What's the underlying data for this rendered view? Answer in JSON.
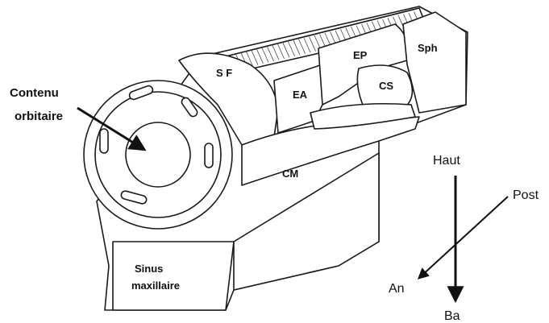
{
  "labels": {
    "sf": "S F",
    "ep": "EP",
    "sph": "Sph",
    "ea": "EA",
    "cs": "CS",
    "cm": "CM",
    "contenu": "Contenu",
    "orbitaire": "orbitaire",
    "sinus": "Sinus",
    "maxillaire": "maxillaire"
  },
  "orientation": {
    "haut": "Haut",
    "bas": "Ba",
    "post": "Post",
    "ant": "An"
  }
}
